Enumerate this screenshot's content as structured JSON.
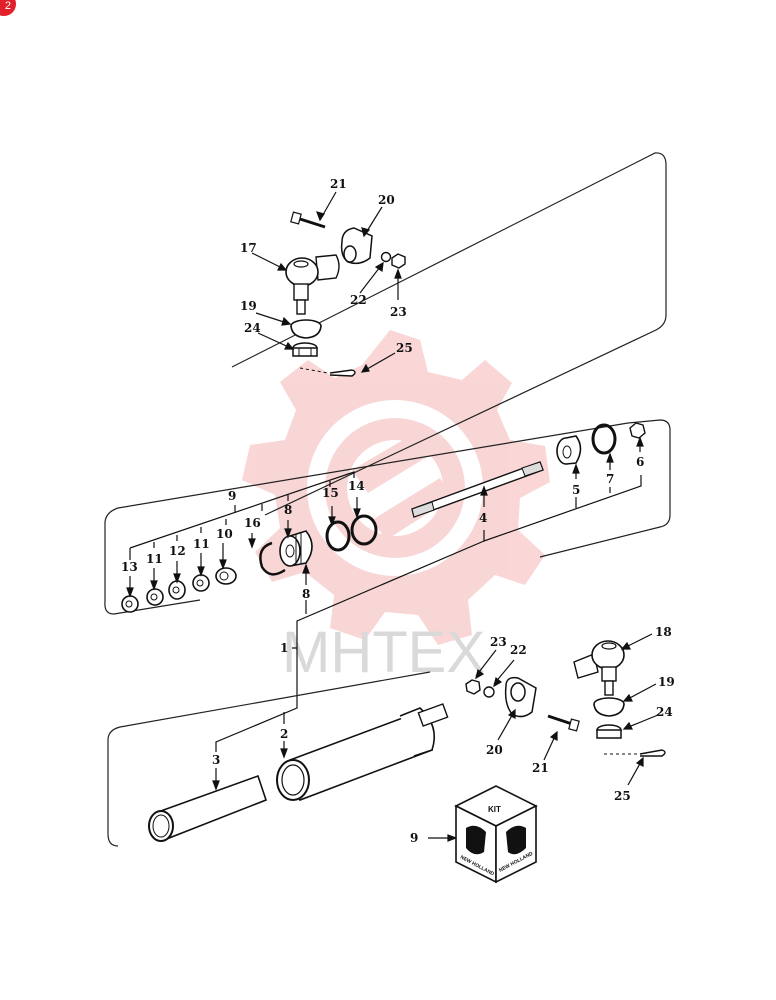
{
  "corner_badge": "2",
  "watermark": {
    "text": "MHTEX",
    "color": "#f5b5b5"
  },
  "kit": {
    "label": "KIT",
    "brand": "NEW HOLLAND",
    "callout": "9"
  },
  "callouts": {
    "c21a": "21",
    "c20a": "20",
    "c17": "17",
    "c19a": "19",
    "c22a": "22",
    "c23a": "23",
    "c24a": "24",
    "c25a": "25",
    "c9": "9",
    "c15": "15",
    "c14": "14",
    "c8a": "8",
    "c16": "16",
    "c10": "10",
    "c11a": "11",
    "c12": "12",
    "c11b": "11",
    "c13": "13",
    "c4": "4",
    "c5": "5",
    "c7": "7",
    "c6": "6",
    "c8b": "8",
    "c1": "1",
    "c23b": "23",
    "c22b": "22",
    "c18": "18",
    "c19b": "19",
    "c24b": "24",
    "c20b": "20",
    "c21b": "21",
    "c25b": "25",
    "c2": "2",
    "c3": "3"
  }
}
